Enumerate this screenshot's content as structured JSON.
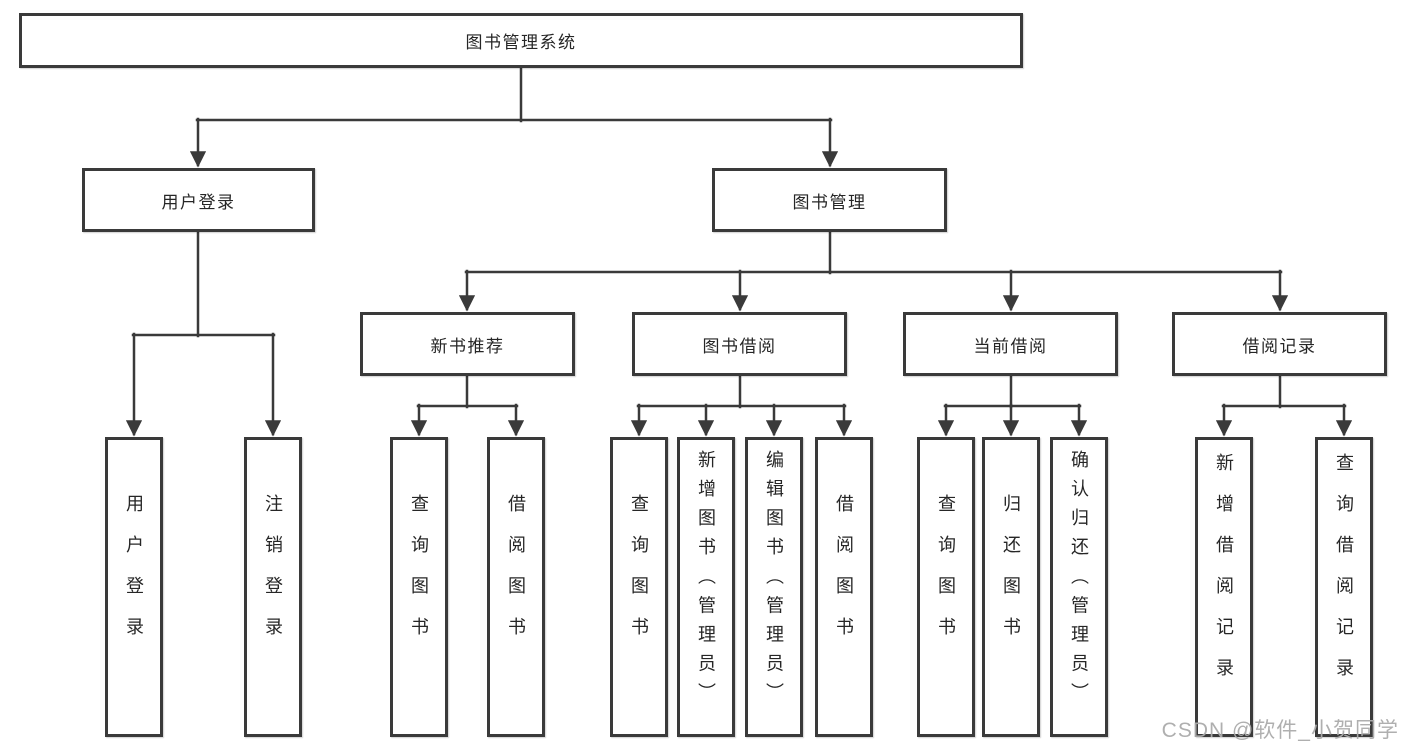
{
  "diagram": {
    "root": "图书管理系统",
    "level2": {
      "userLogin": "用户登录",
      "bookManagement": "图书管理"
    },
    "level3": {
      "newBookRecommend": "新书推荐",
      "bookBorrow": "图书借阅",
      "currentBorrow": "当前借阅",
      "borrowRecords": "借阅记录"
    },
    "leaves": {
      "userLogin": "用户登录",
      "logout": "注销登录",
      "recQueryBook": "查询图书",
      "recBorrowBook": "借阅图书",
      "borrowQueryBook": "查询图书",
      "borrowAddBook": "新增图书（管理员）",
      "borrowEditBook": "编辑图书（管理员）",
      "borrowBorrowBook": "借阅图书",
      "currentQueryBook": "查询图书",
      "currentReturnBook": "归还图书",
      "currentConfirmReturn": "确认归还（管理员）",
      "recordsAddRecord": "新增借阅记录",
      "recordsQueryRecord": "查询借阅记录"
    }
  },
  "watermark": "CSDN @软件_小贺同学",
  "colors": {
    "line": "#3a3a3a",
    "box_border": "#3a3a3a",
    "text": "#262626",
    "watermark": "#ababab",
    "background": "#ffffff"
  }
}
